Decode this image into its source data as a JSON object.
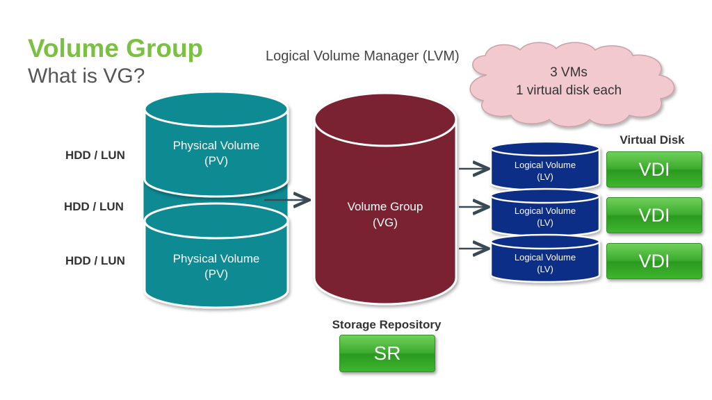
{
  "header": {
    "title": "Volume Group",
    "subtitle": "What is VG?"
  },
  "lvm_label": "Logical Volume Manager (LVM)",
  "cloud": {
    "line1": "3 VMs",
    "line2": "1 virtual disk each"
  },
  "hdd_labels": [
    "HDD / LUN",
    "HDD / LUN",
    "HDD / LUN"
  ],
  "physical_volumes": [
    {
      "line1": "Physical Volume",
      "line2": "(PV)"
    },
    {
      "line1": "Physical Volume",
      "line2": "(PV)"
    }
  ],
  "volume_group": {
    "line1": "Volume Group",
    "line2": "(VG)"
  },
  "logical_volumes": [
    {
      "line1": "Logical Volume",
      "line2": "(LV)"
    },
    {
      "line1": "Logical Volume",
      "line2": "(LV)"
    },
    {
      "line1": "Logical Volume",
      "line2": "(LV)"
    }
  ],
  "virtual_disk": {
    "heading": "Virtual Disk",
    "items": [
      "VDI",
      "VDI",
      "VDI"
    ]
  },
  "storage_repository": {
    "heading": "Storage Repository",
    "button": "SR"
  },
  "colors": {
    "title_green": "#7ac142",
    "pv_teal": "#0e8a92",
    "vg_maroon": "#7a2330",
    "lv_navy": "#0f2f86",
    "cloud_pink": "#f1c9cf",
    "button_green": "#3cab2d"
  }
}
